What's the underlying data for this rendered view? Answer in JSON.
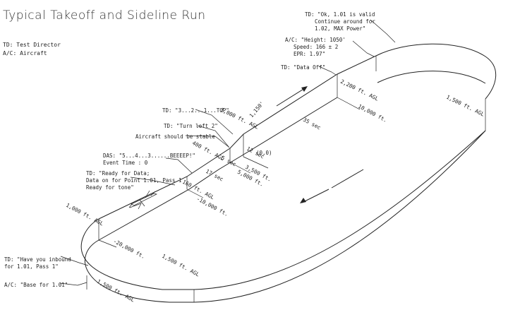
{
  "title": "Typical Takeoff and Sideline Run",
  "legend": {
    "td": "TD: Test Director",
    "ac": "A/C: Aircraft"
  },
  "annotations": {
    "td_ok_1": "TD: \"Ok, 1.01 is valid",
    "td_ok_2": "Continue around for",
    "td_ok_3": "1.02, MAX Power\"",
    "ac_height_1": "A/C: \"Height: 1050'",
    "ac_height_2": "Speed: 166 ± 2",
    "ac_height_3": "EPR: 1.97\"",
    "td_data_off": "TD: \"Data Off\"",
    "td_countdown": "TD: \"3...2...1...TOP\"",
    "td_turn_left": "TD: \"Turn left 2\"",
    "aircraft_stable": "Aircraft should be stable",
    "das_1": "DAS: \"5...4...3......BEEEEP!\"",
    "das_2": "Event Time : 0",
    "td_ready_1": "TD: \"Ready for Data;",
    "td_ready_2": "Data on for Point 1.01, Pass 1",
    "td_ready_3": "Ready for tone\"",
    "td_inbound_1": "TD: \"Have you inbound",
    "td_inbound_2": "for 1.01, Pass 1\"",
    "ac_base": "A/C: \"Base for 1.01\""
  },
  "dimensions": {
    "alt_1000_agl_top": "1,000 ft. AGL",
    "alt_1150": "1,150'",
    "alt_2200_agl": "2,200 ft. AGL",
    "dist_10000_top": "10,000 ft.",
    "time_35_sec": "35 sec",
    "alt_1500_right": "1,500 ft. AGL",
    "time_12_sec": "12 sec",
    "origin": "(0,0)",
    "alt_400_agl": "400 ft. AGL",
    "time_5_sec": "5 sec",
    "dist_3500": "3,500 ft.",
    "dist_5000": "5,000 ft.",
    "time_17_sec": "17 sec",
    "alt_160_agl": "160 ft. AGL",
    "dist_10000_bottom": "-10,000 ft.",
    "alt_1000_agl_left": "1,000 ft. AGL",
    "dist_20000": "-20,000 ft.",
    "alt_1500_bottom": "1,500 ft. AGL",
    "alt_1500_left": "1,500 ft. AGL"
  }
}
